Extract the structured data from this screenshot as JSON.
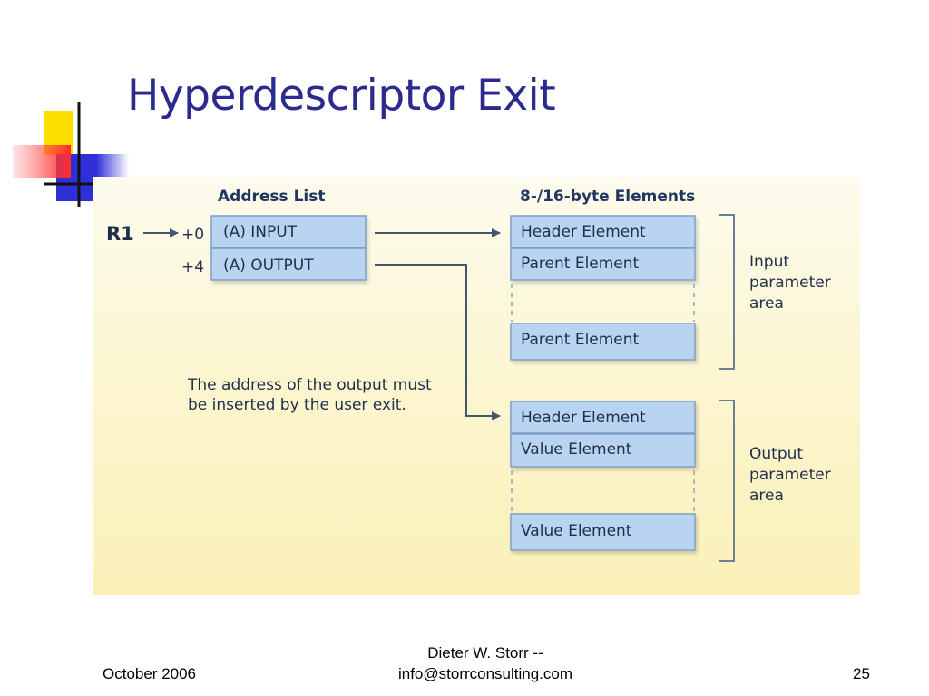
{
  "slide": {
    "title": "Hyperdescriptor Exit"
  },
  "diagram": {
    "address_list_header": "Address List",
    "elements_header": "8-/16-byte Elements",
    "register": "R1",
    "offsets": [
      "+0",
      "+4"
    ],
    "address_entries": [
      "(A) INPUT",
      "(A) OUTPUT"
    ],
    "input_elements": [
      "Header Element",
      "Parent Element",
      "Parent Element"
    ],
    "output_elements": [
      "Header Element",
      "Value Element",
      "Value Element"
    ],
    "input_area_label": [
      "Input",
      "parameter",
      "area"
    ],
    "output_area_label": [
      "Output",
      "parameter",
      "area"
    ],
    "note": [
      "The address of the output must",
      "be inserted by the user exit."
    ]
  },
  "footer": {
    "date": "October 2006",
    "author_line1": "Dieter W. Storr --",
    "author_line2": "info@storrconsulting.com",
    "page_number": "25"
  },
  "colors": {
    "title": "#2b2b8f",
    "box_fill": "#b8d4f0",
    "box_stroke": "#7f9fc4",
    "arrow": "#45576e",
    "deco_yellow": "#fde000",
    "deco_blue": "#2f2fd8",
    "deco_red": "#ff5a5a"
  }
}
